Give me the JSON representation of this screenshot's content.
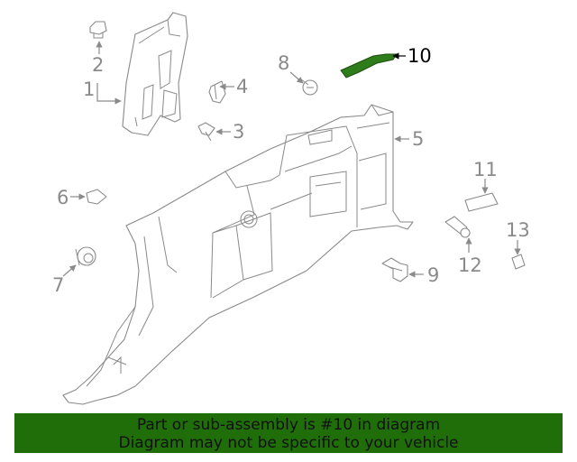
{
  "diagram": {
    "callouts": [
      {
        "id": "1",
        "label": "1"
      },
      {
        "id": "2",
        "label": "2"
      },
      {
        "id": "3",
        "label": "3"
      },
      {
        "id": "4",
        "label": "4"
      },
      {
        "id": "5",
        "label": "5"
      },
      {
        "id": "6",
        "label": "6"
      },
      {
        "id": "7",
        "label": "7"
      },
      {
        "id": "8",
        "label": "8"
      },
      {
        "id": "9",
        "label": "9"
      },
      {
        "id": "10",
        "label": "10"
      },
      {
        "id": "11",
        "label": "11"
      },
      {
        "id": "12",
        "label": "12"
      },
      {
        "id": "13",
        "label": "13"
      }
    ],
    "highlight_part": "10",
    "highlight_color": "#2e7d1a",
    "line_color": "#8a8a8a"
  },
  "banner": {
    "line1": "Part or sub-assembly is #10 in diagram",
    "line2": "Diagram may not be specific to your vehicle",
    "background": "#1f6e0a"
  }
}
